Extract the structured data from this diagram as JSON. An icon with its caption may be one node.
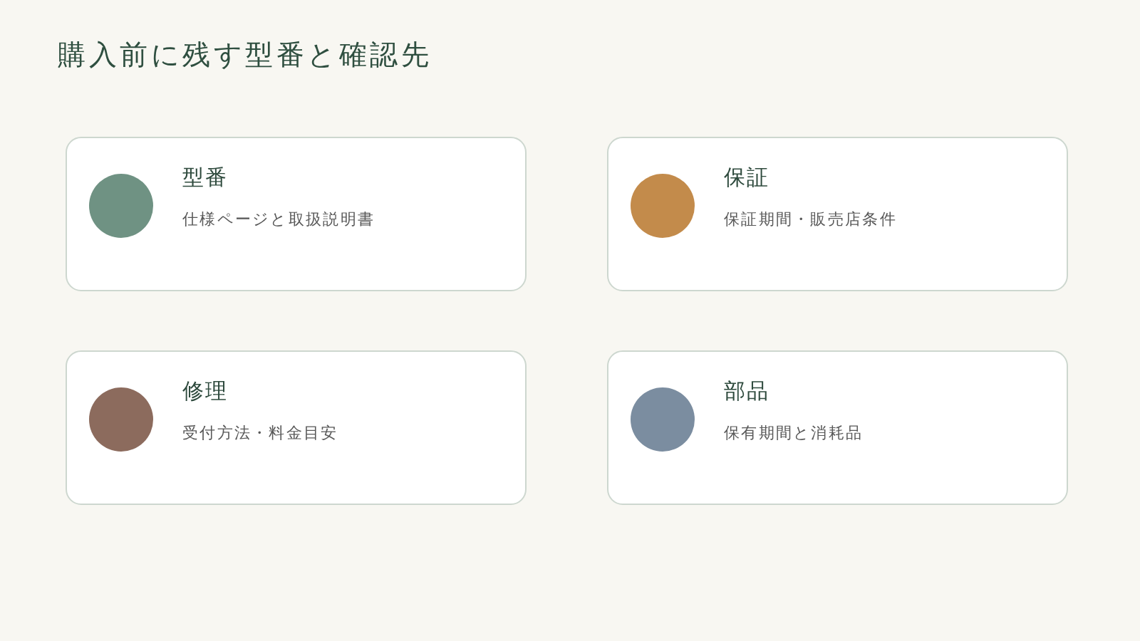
{
  "diagram": {
    "title": "購入前に残す型番と確認先",
    "nodes": [
      {
        "text": [
          "型番",
          "仕様ページと取扱説明書"
        ]
      },
      {
        "text": [
          "保証",
          "保証期間・販売店条件"
        ]
      },
      {
        "text": [
          "修理",
          "受付方法・料金目安"
        ]
      },
      {
        "text": [
          "部品",
          "保有期間と消耗品"
        ]
      }
    ]
  }
}
